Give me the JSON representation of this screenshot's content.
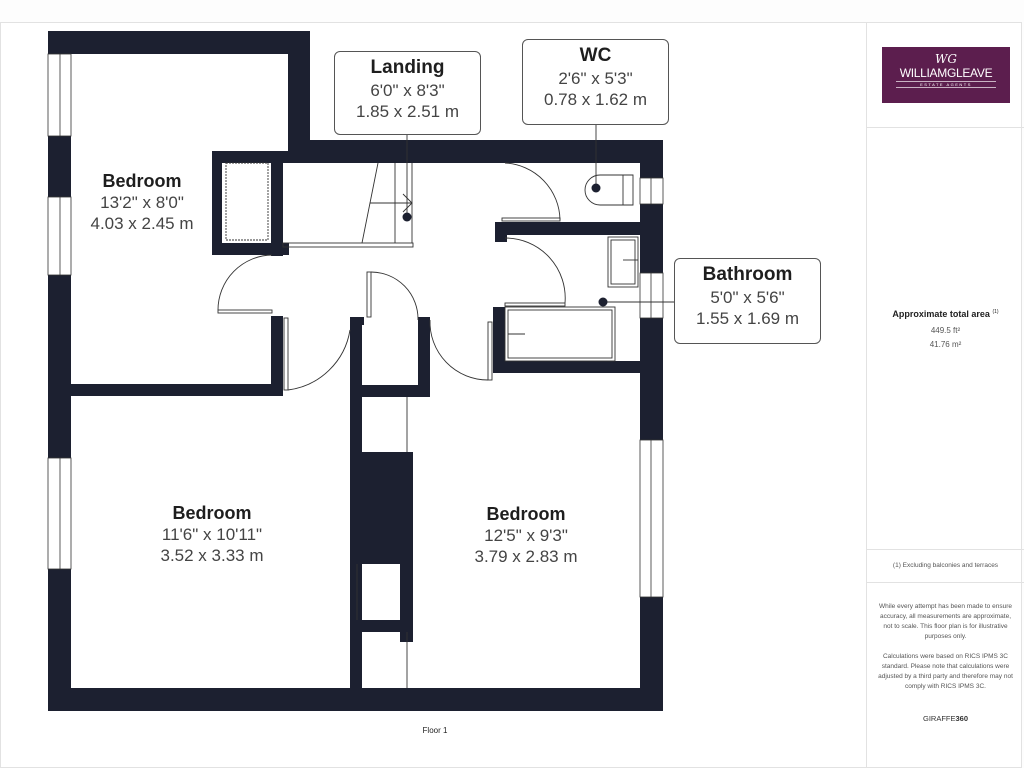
{
  "plan": {
    "floor_label": "Floor 1",
    "wall_color": "#1c2030",
    "rooms": [
      {
        "name": "Bedroom",
        "imperial": "13'2\" x 8'0\"",
        "metric": "4.03 x 2.45 m"
      },
      {
        "name": "Bedroom",
        "imperial": "11'6\" x 10'11\"",
        "metric": "3.52 x 3.33 m"
      },
      {
        "name": "Bedroom",
        "imperial": "12'5\" x 9'3\"",
        "metric": "3.79 x 2.83 m"
      }
    ],
    "callouts": [
      {
        "name": "Landing",
        "imperial": "6'0\" x 8'3\"",
        "metric": "1.85 x 2.51 m"
      },
      {
        "name": "WC",
        "imperial": "2'6\" x 5'3\"",
        "metric": "0.78 x 1.62 m"
      },
      {
        "name": "Bathroom",
        "imperial": "5'0\" x 5'6\"",
        "metric": "1.55 x 1.69 m"
      }
    ]
  },
  "sidebar": {
    "logo": {
      "monogram": "WG",
      "name": "WILLIAMGLEAVE",
      "tagline": "ESTATE AGENTS",
      "bg_color": "#5c1e4e"
    },
    "area": {
      "title": "Approximate total area",
      "footnote_marker": "(1)",
      "sqft": "449.5 ft²",
      "sqm": "41.76 m²"
    },
    "footnote": "(1) Excluding balconies and terraces",
    "disclaimer_1": "While every attempt has been made to ensure accuracy, all measurements are approximate, not to scale. This floor plan is for illustrative purposes only.",
    "disclaimer_2": "Calculations were based on RICS IPMS 3C standard. Please note that calculations were adjusted by a third party and therefore may not comply with RICS IPMS 3C.",
    "brand_light": "GIRAFFE",
    "brand_bold": "360"
  }
}
